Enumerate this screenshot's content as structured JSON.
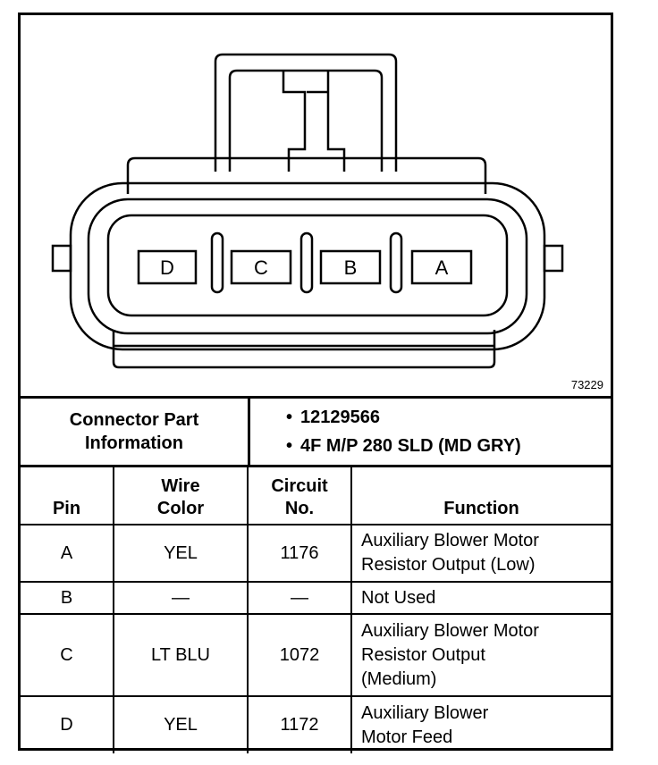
{
  "figure_number": "73229",
  "connector": {
    "cavities": [
      "D",
      "C",
      "B",
      "A"
    ]
  },
  "part_info": {
    "label_line1": "Connector Part",
    "label_line2": "Information",
    "items": [
      "12129566",
      "4F M/P 280 SLD (MD GRY)"
    ]
  },
  "table": {
    "headers": {
      "pin": "Pin",
      "wire_color_1": "Wire",
      "wire_color_2": "Color",
      "circuit_1": "Circuit",
      "circuit_2": "No.",
      "function": "Function"
    },
    "rows": [
      {
        "pin": "A",
        "wire": "YEL",
        "circuit": "1176",
        "function": [
          "Auxiliary Blower Motor",
          "Resistor Output (Low)"
        ]
      },
      {
        "pin": "B",
        "wire": "—",
        "circuit": "—",
        "function": [
          "Not Used"
        ]
      },
      {
        "pin": "C",
        "wire": "LT BLU",
        "circuit": "1072",
        "function": [
          "Auxiliary Blower Motor",
          "Resistor Output",
          "(Medium)"
        ]
      },
      {
        "pin": "D",
        "wire": "YEL",
        "circuit": "1172",
        "function": [
          "Auxiliary Blower",
          "Motor Feed"
        ]
      }
    ]
  }
}
